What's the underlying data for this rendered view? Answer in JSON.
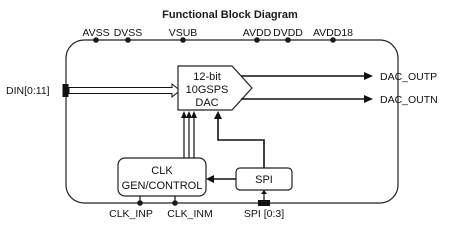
{
  "title": "Functional Block Diagram",
  "top_pins": {
    "avss": "AVSS",
    "dvss": "DVSS",
    "vsub": "VSUB",
    "avdd": "AVDD",
    "dvdd": "DVDD",
    "avdd18": "AVDD18"
  },
  "left_pin": "DIN[0:11]",
  "outputs": {
    "outp": "DAC_OUTP",
    "outn": "DAC_OUTN"
  },
  "dac_block": {
    "line1": "12-bit",
    "line2": "10GSPS",
    "line3": "DAC"
  },
  "clk_block": {
    "line1": "CLK",
    "line2": "GEN/CONTROL"
  },
  "spi_block": {
    "label": "SPI"
  },
  "bottom_pins": {
    "clk_inp": "CLK_INP",
    "clk_inm": "CLK_INM",
    "spi": "SPI [0:3]"
  }
}
